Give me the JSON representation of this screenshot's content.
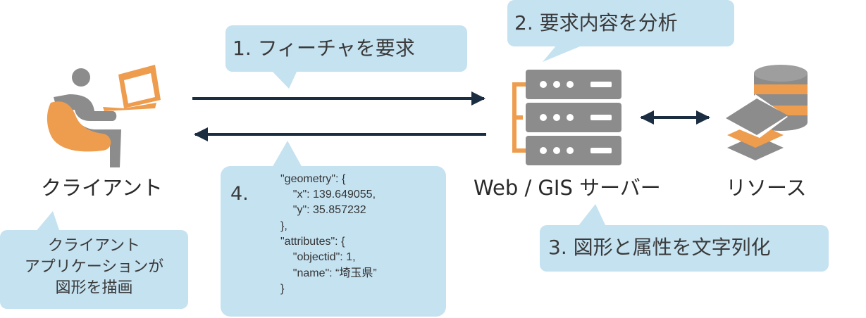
{
  "colors": {
    "bubble": "#c5e2f1",
    "orange": "#ee9c4d",
    "gray": "#8c8c8c",
    "dark_gray": "#6f6f6f",
    "arrow": "#1b2d40",
    "text": "#2a2a2a"
  },
  "actors": {
    "client": {
      "label": "クライアント",
      "icon": "person-at-laptop-icon"
    },
    "server": {
      "label": "Web / GIS サーバー",
      "icon": "server-rack-icon"
    },
    "resource": {
      "label": "リソース",
      "icon": "database-layers-icon"
    }
  },
  "steps": {
    "step1": "1. フィーチャを要求",
    "step2": "2. 要求内容を分析",
    "step3": "3. 図形と属性を文字列化",
    "step4_number": "4."
  },
  "client_note": {
    "lines": [
      "クライアント",
      "アプリケーションが",
      "図形を描画"
    ]
  },
  "response_json": {
    "lines": [
      "\"geometry\": {",
      "    \"x\": 139.649055,",
      "    \"y\": 35.857232",
      "},",
      "\"attributes\": {",
      "    \"objectid\": 1,",
      "    \"name\": “埼玉県”",
      "}"
    ]
  }
}
